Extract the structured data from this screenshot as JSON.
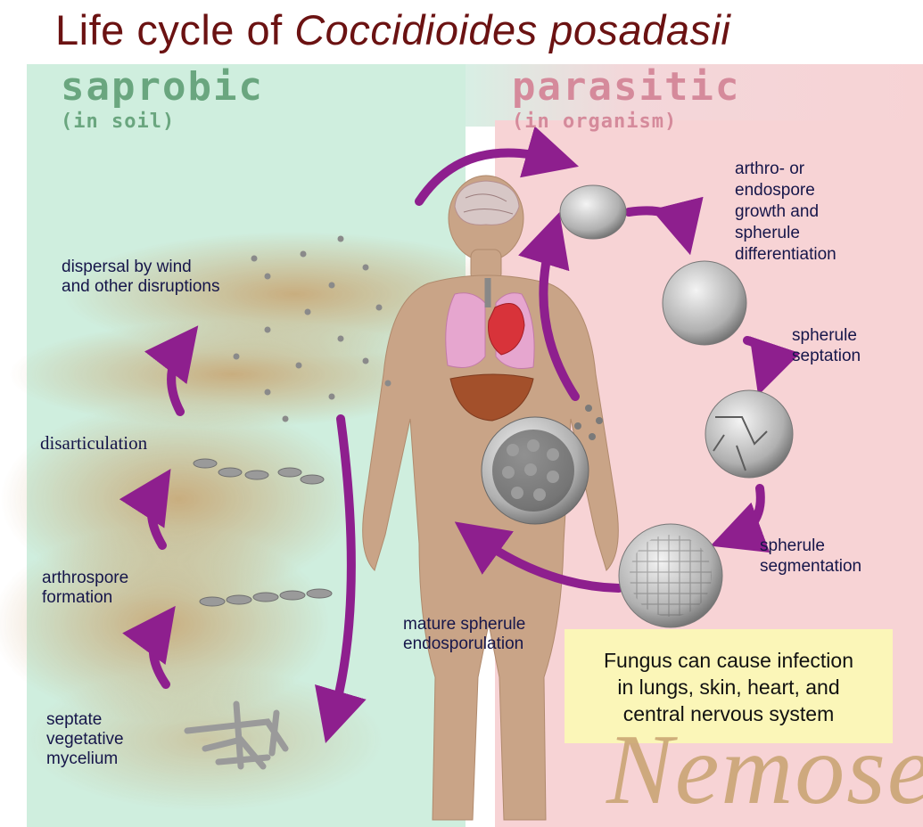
{
  "title": {
    "prefix": "Life cycle of ",
    "latin": "Coccidioides posadasii"
  },
  "saprobic": {
    "heading": "saprobic",
    "subheading": "(in soil)"
  },
  "parasitic": {
    "heading": "parasitic",
    "subheading": "(in organism)"
  },
  "labels": {
    "dispersal": [
      "dispersal by wind",
      "and other disruptions"
    ],
    "disarticulation": "disarticulation",
    "arthrospore": [
      "arthrospore",
      "formation"
    ],
    "mycelium": [
      "septate",
      "vegetative",
      "mycelium"
    ],
    "growth": [
      "arthro- or",
      "endospore",
      "growth and",
      "spherule",
      "differentiation"
    ],
    "septation": [
      "spherule",
      "septation"
    ],
    "segmentation": [
      "spherule",
      "segmentation"
    ],
    "endosporulation": [
      "mature spherule",
      "endosporulation"
    ]
  },
  "note": [
    "Fungus can cause infection",
    "in lungs, skin, heart, and",
    "central nervous system"
  ],
  "watermark": "Nemose",
  "colors": {
    "title": "#6b1212",
    "saprobic_heading": "#6aa67f",
    "parasitic_heading": "#d58a9b",
    "arrow": "#8e1f8e",
    "label": "#16164a",
    "left_bg": "#cfeede",
    "right_bg": "#f7d3d5",
    "note_bg": "#fbf6b8"
  }
}
